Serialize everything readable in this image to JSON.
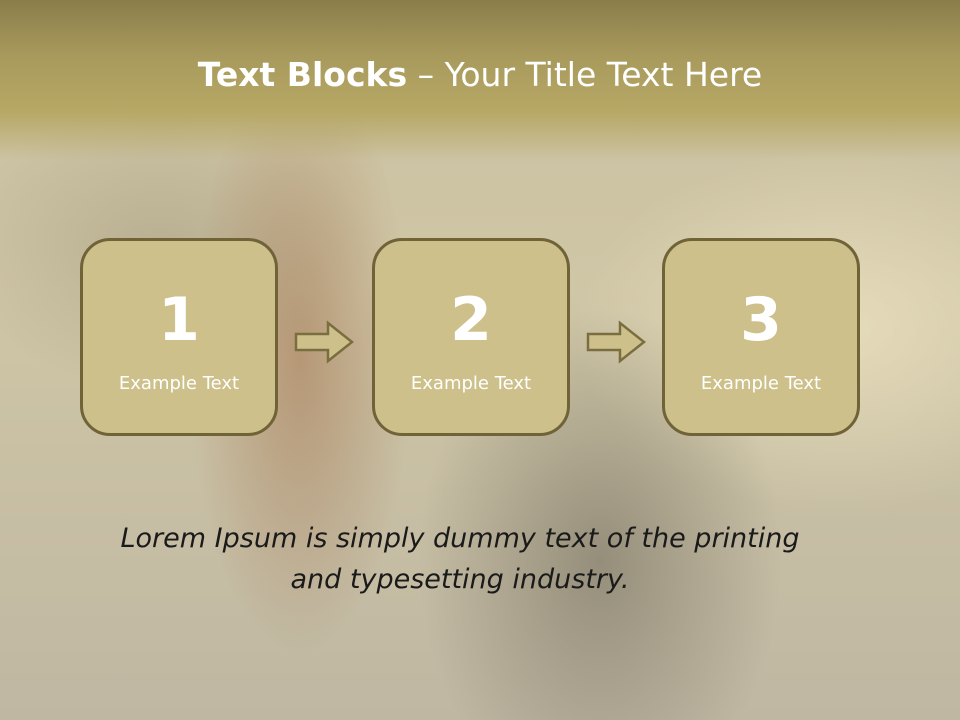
{
  "slide": {
    "title_bold": "Text Blocks",
    "title_dash": "–",
    "title_rest": "Your Title Text Here"
  },
  "blocks": [
    {
      "number": "1",
      "label": "Example Text"
    },
    {
      "number": "2",
      "label": "Example Text"
    },
    {
      "number": "3",
      "label": "Example Text"
    }
  ],
  "arrows": [
    {
      "icon": "right-arrow-icon"
    },
    {
      "icon": "right-arrow-icon"
    }
  ],
  "caption": {
    "line1": "Lorem Ipsum is simply dummy text of the printing",
    "line2": "and typesetting industry."
  },
  "colors": {
    "title_band": "#a89a5c",
    "box_fill": "#cdc08a",
    "box_border": "#6f6337",
    "arrow_fill": "#cdc08a"
  }
}
